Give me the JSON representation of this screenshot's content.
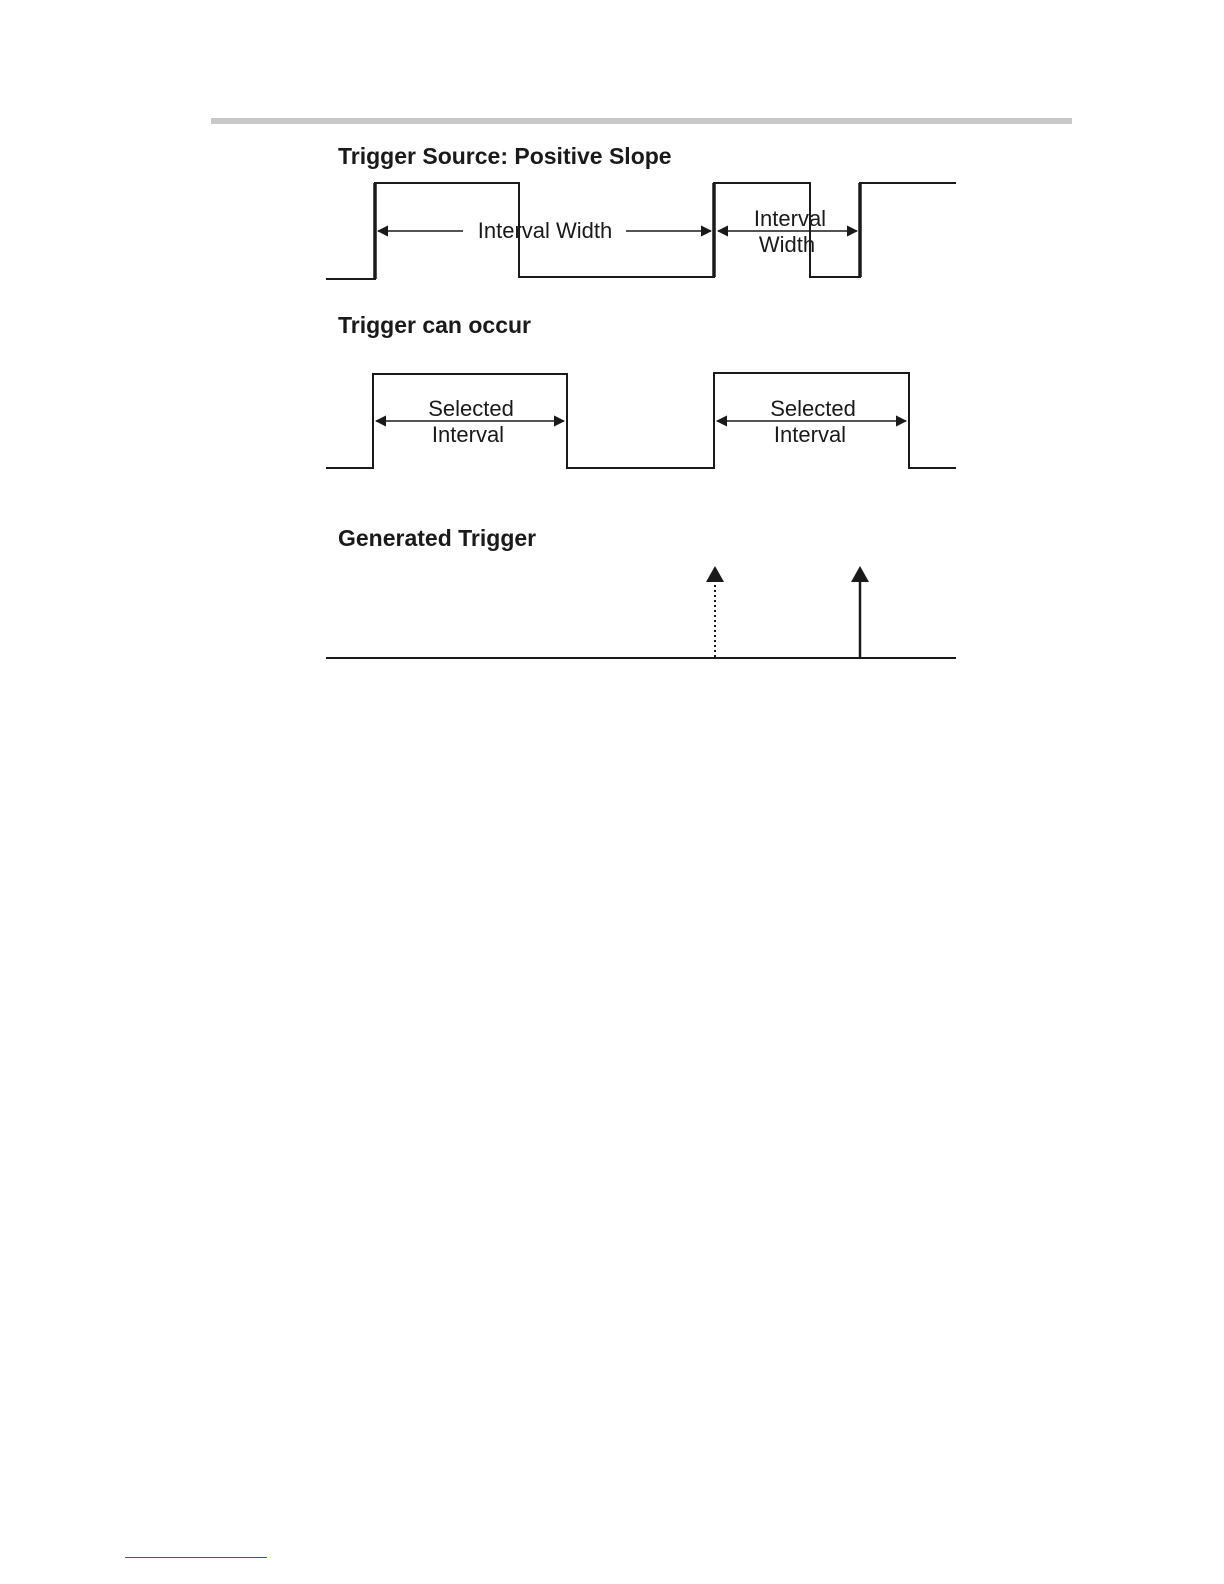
{
  "headings": {
    "source": "Trigger Source: Positive Slope",
    "can_occur": "Trigger can occur",
    "generated": "Generated Trigger"
  },
  "labels": {
    "interval_width_long": "Interval Width",
    "interval_width_short_line1": "Interval",
    "interval_width_short_line2": "Width",
    "selected_1_line1": "Selected",
    "selected_1_line2": "Interval",
    "selected_2_line1": "Selected",
    "selected_2_line2": "Interval"
  },
  "colors": {
    "ink": "#1a1a1a",
    "rule": "#c8c8c8",
    "footer_rule": "#3355aa"
  }
}
